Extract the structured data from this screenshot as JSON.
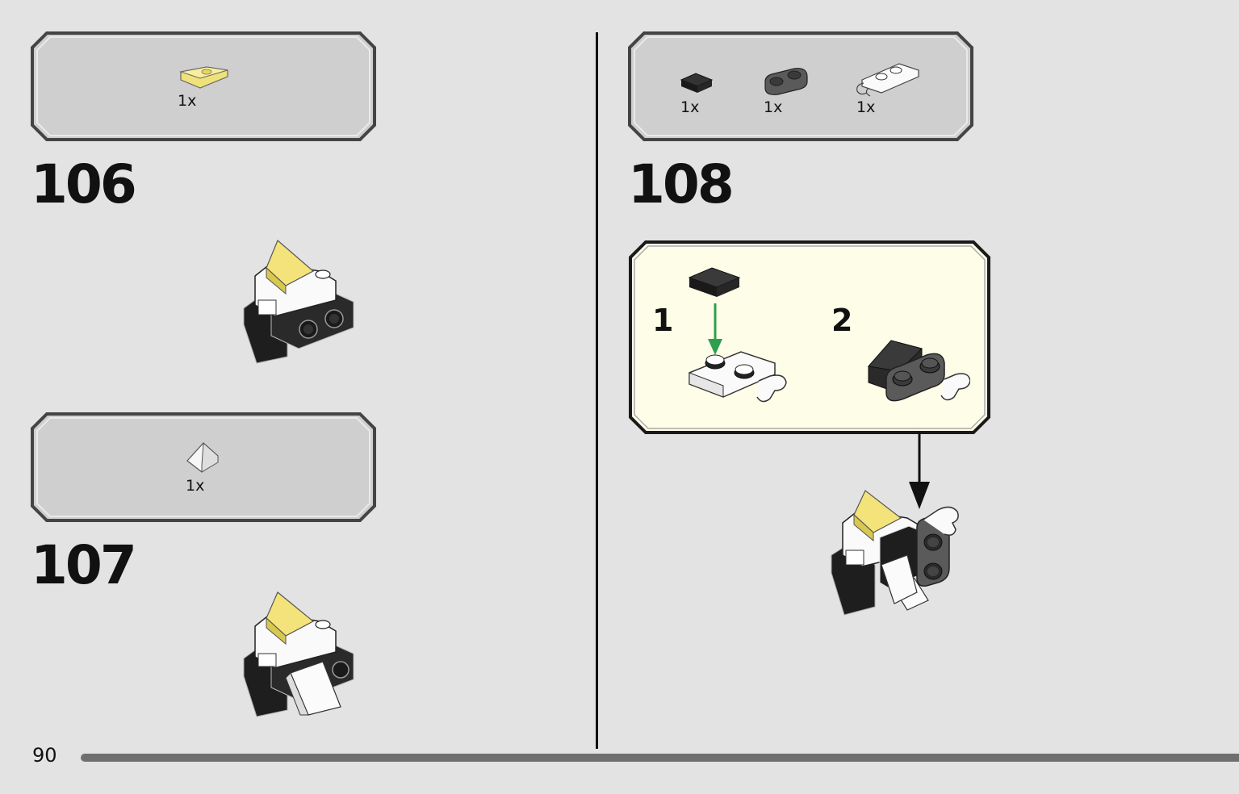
{
  "page": {
    "number": "90"
  },
  "colors": {
    "background": "#e3e3e3",
    "parts_box": "#cfcfcf",
    "callout_bg": "#fdfde8",
    "arrow_green": "#2e9e4f",
    "progress": "#6f6f6f"
  },
  "steps": [
    {
      "number": "106",
      "parts": [
        {
          "qty": "1x",
          "icon": "trans-yellow-wedge-plate-icon"
        }
      ]
    },
    {
      "number": "107",
      "parts": [
        {
          "qty": "1x",
          "icon": "white-slope-tile-icon"
        }
      ]
    },
    {
      "number": "108",
      "parts": [
        {
          "qty": "1x",
          "icon": "black-tile-1x1-icon"
        },
        {
          "qty": "1x",
          "icon": "dark-gray-round-plate-1x2-icon"
        },
        {
          "qty": "1x",
          "icon": "white-plate-clip-icon"
        }
      ],
      "substeps": [
        {
          "number": "1"
        },
        {
          "number": "2"
        }
      ]
    }
  ]
}
